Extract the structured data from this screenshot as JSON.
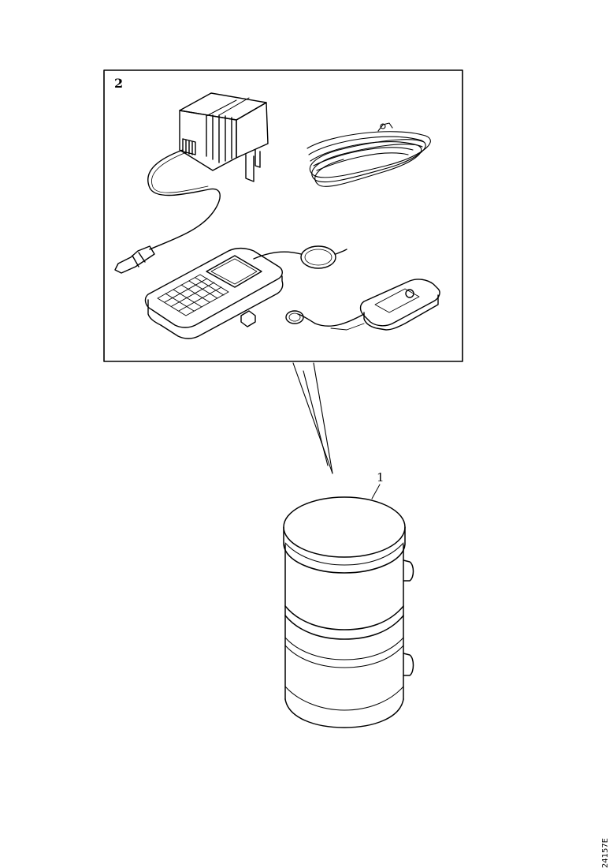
{
  "callouts": {
    "kit_number": "2",
    "vessel_number": "1"
  },
  "figure_code": "24157E",
  "icons": {
    "adapter": "power-adapter-icon",
    "cable": "coiled-cable-icon",
    "controller": "control-unit-icon",
    "sensor": "sensor-module-icon",
    "vessel": "cylindrical-vessel-icon"
  },
  "colors": {
    "line": "#000000",
    "background": "#ffffff"
  }
}
